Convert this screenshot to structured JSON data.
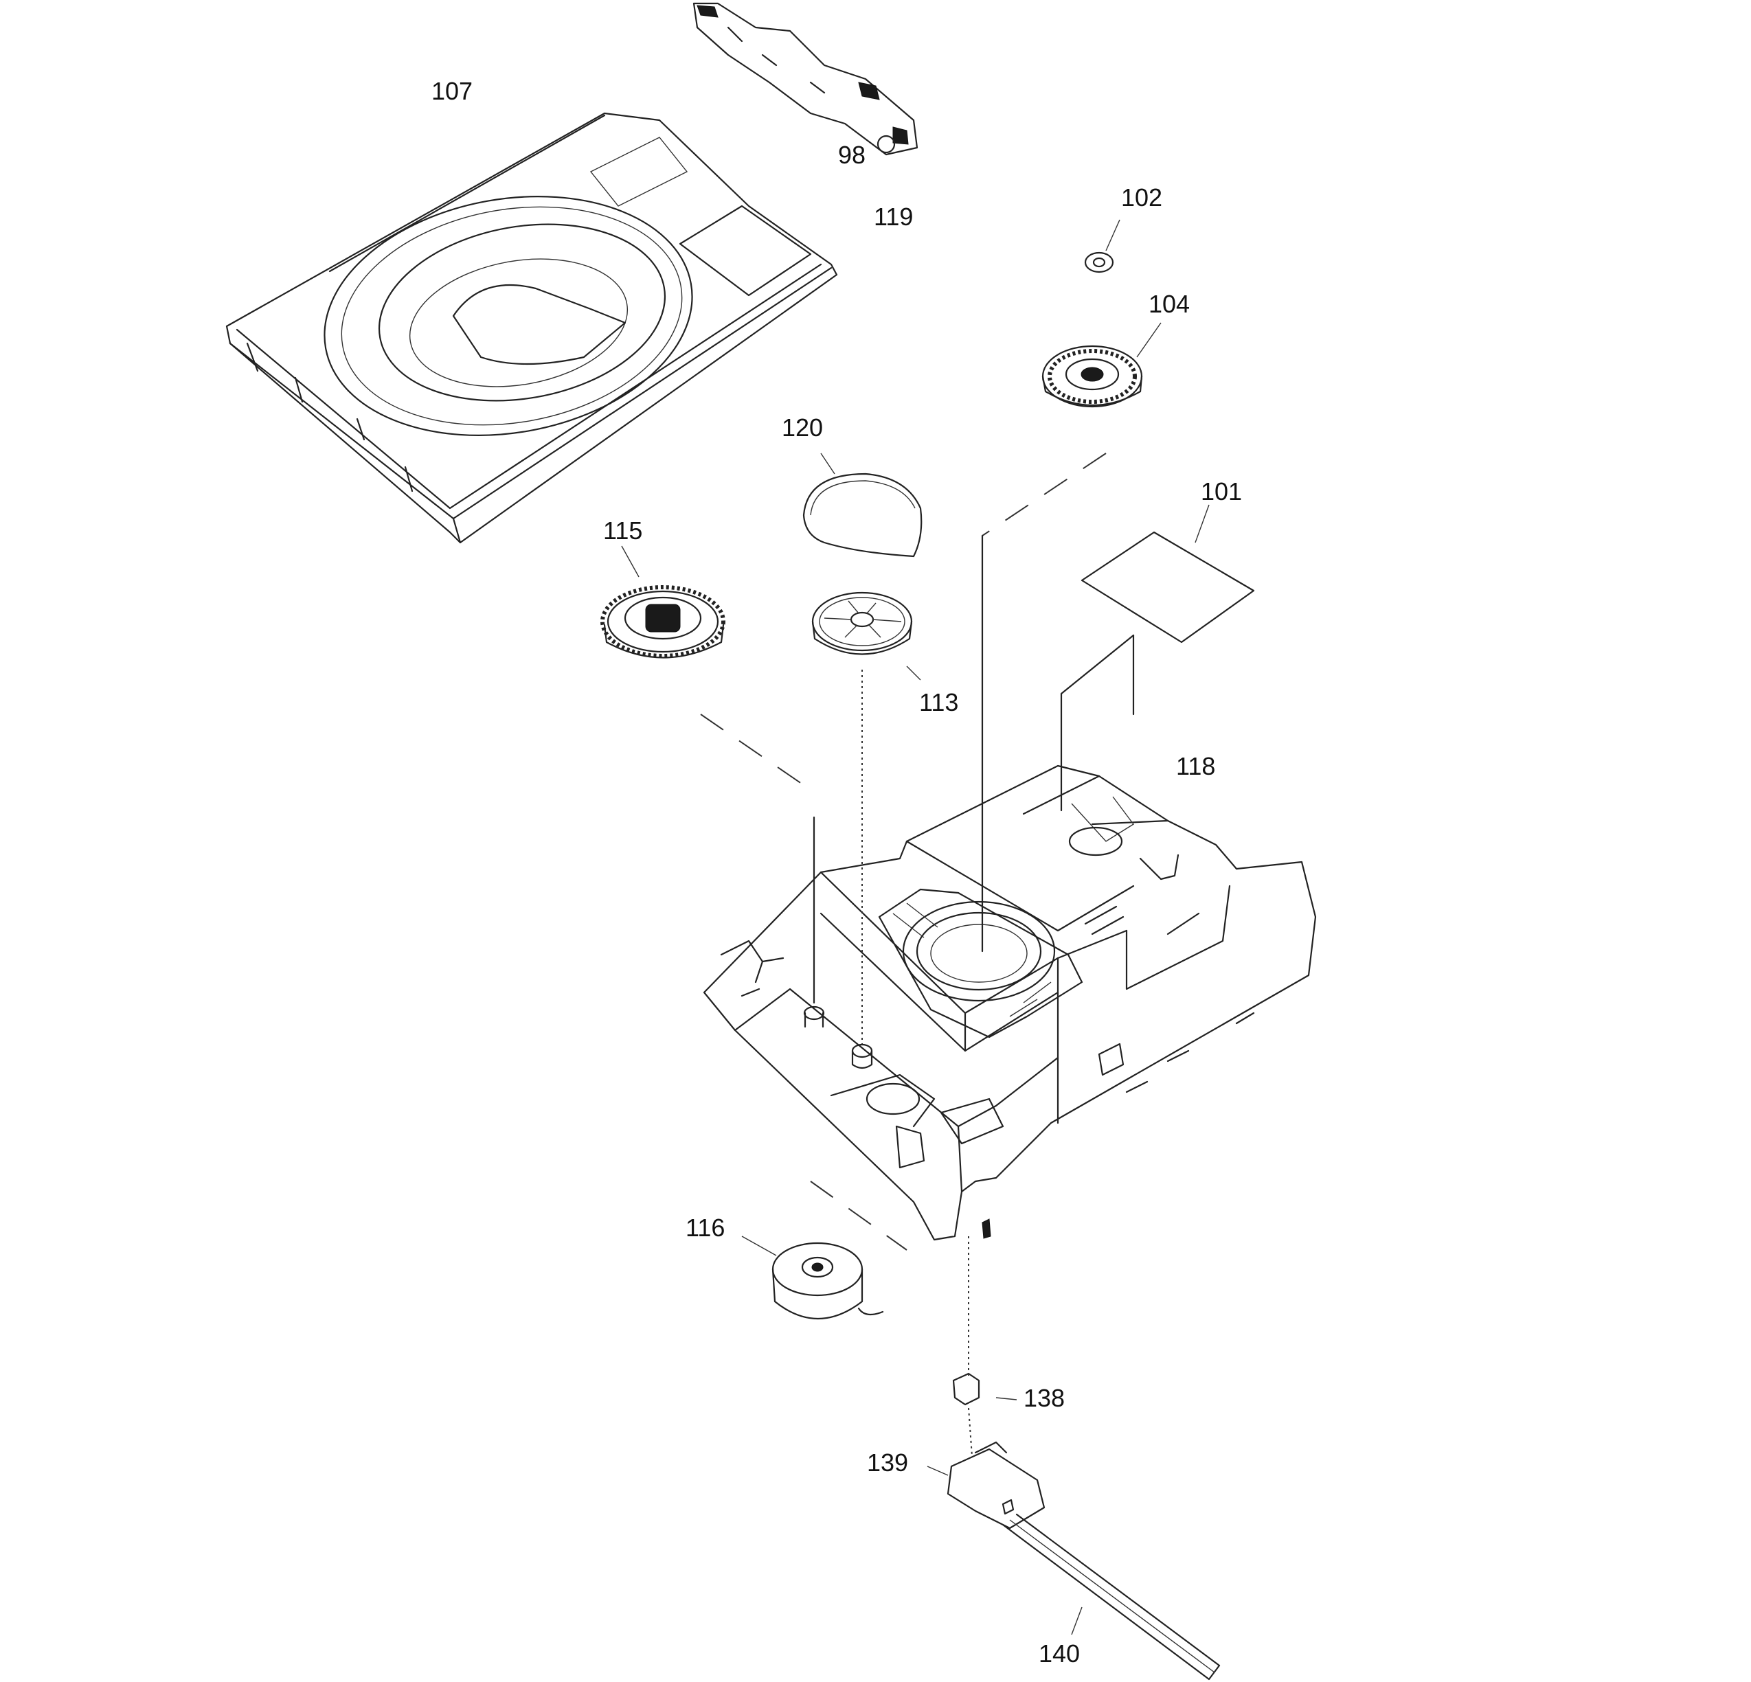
{
  "diagram": {
    "labels": {
      "p107": "107",
      "p98": "98",
      "p119": "119",
      "p102": "102",
      "p104": "104",
      "p120": "120",
      "p101": "101",
      "p115": "115",
      "p113": "113",
      "p118": "118",
      "p116": "116",
      "p138": "138",
      "p139": "139",
      "p140": "140"
    }
  }
}
